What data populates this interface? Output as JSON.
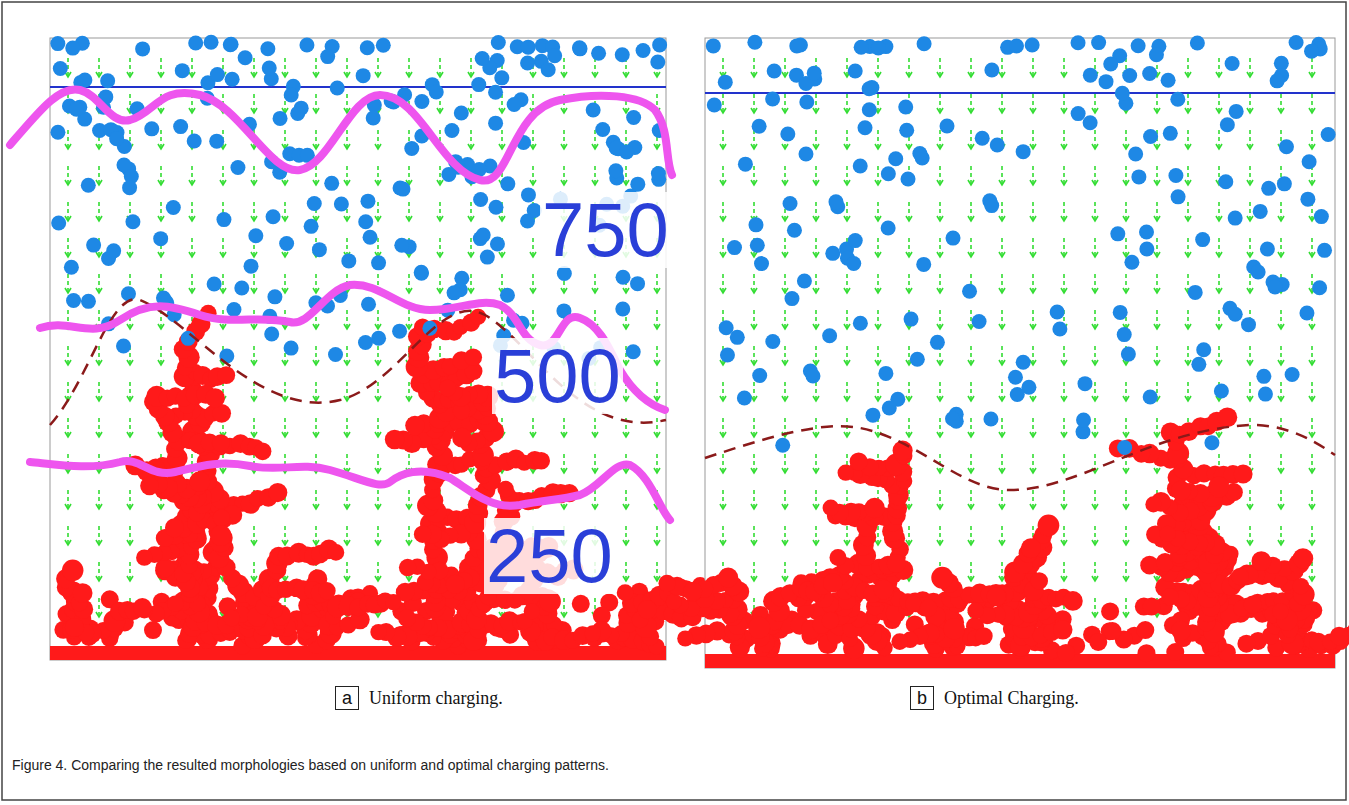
{
  "diagram": {
    "caption": "Figure 4. Comparing the resulted morphologies based on uniform and optimal charging patterns.",
    "nodes": [
      {
        "text": [
          "a",
          "Uniform charging."
        ]
      },
      {
        "text": [
          "b",
          "Optimal Charging."
        ]
      }
    ],
    "labels": [
      "750",
      "500",
      "250"
    ]
  }
}
